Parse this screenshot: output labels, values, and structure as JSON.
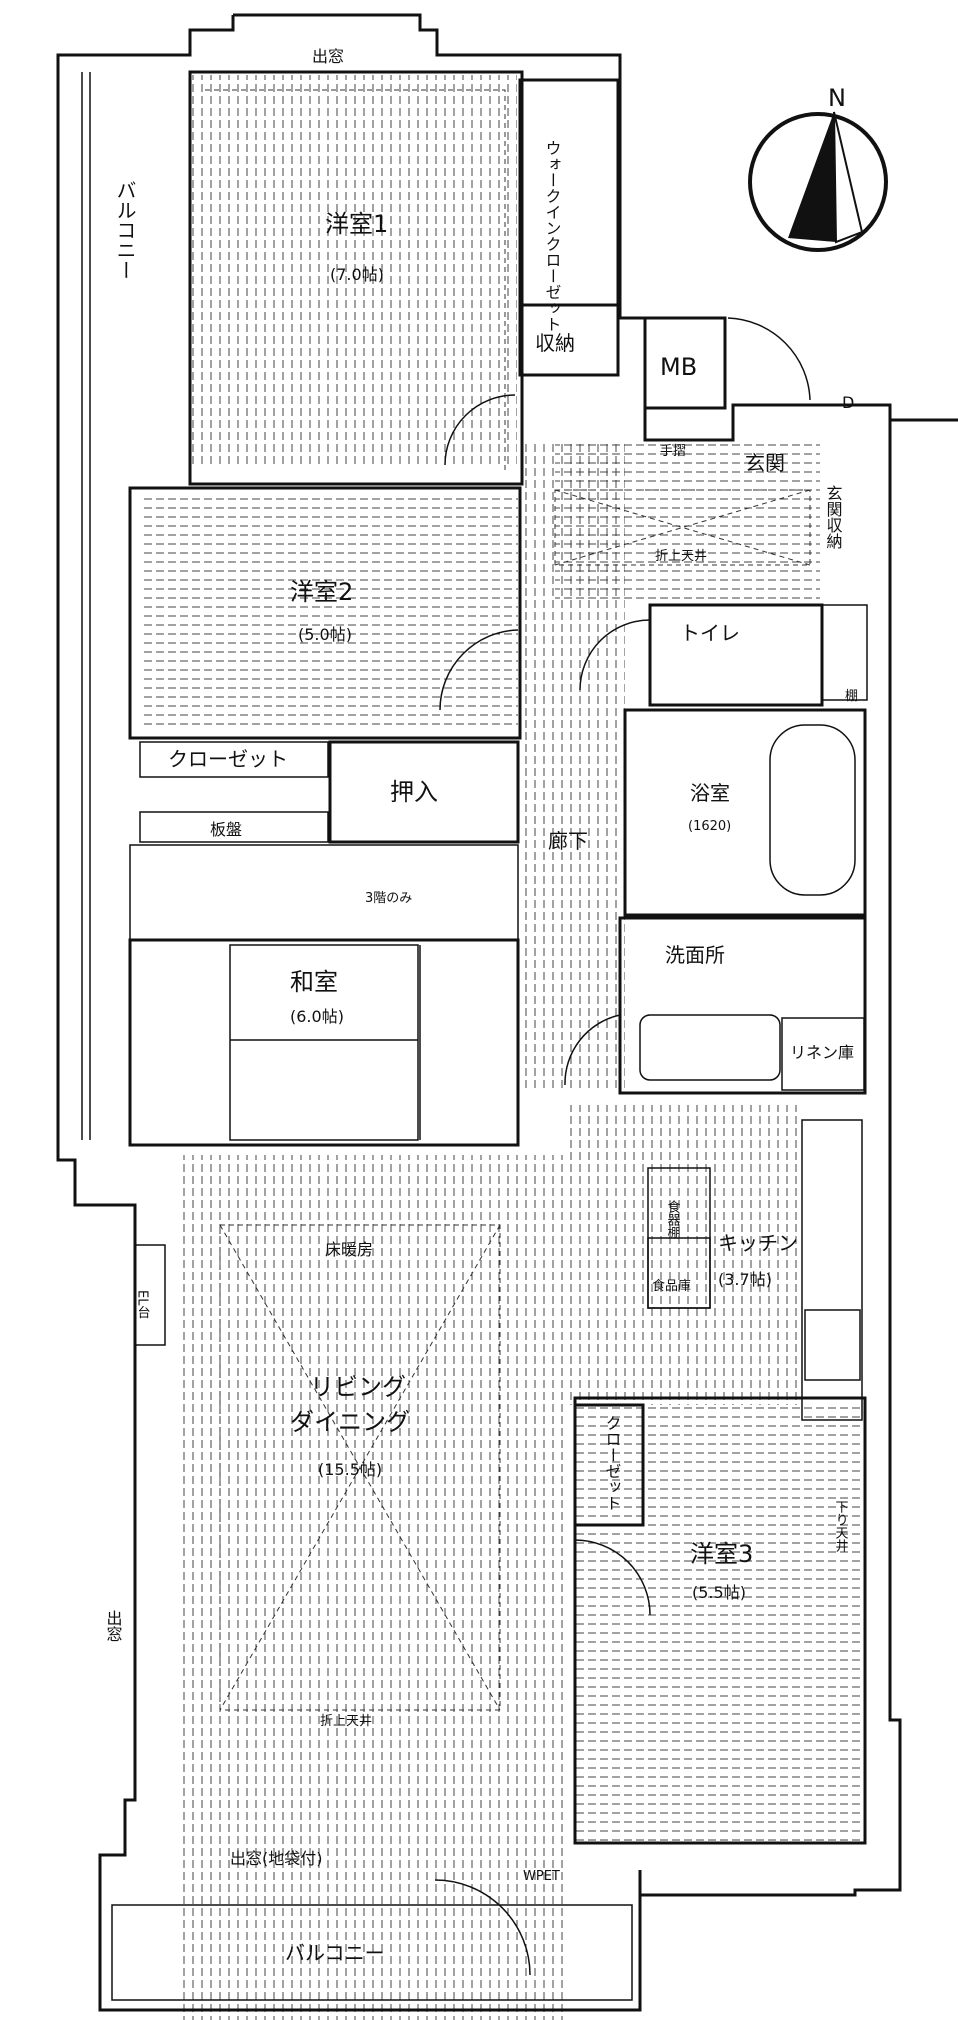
{
  "compass": {
    "north_label": "N"
  },
  "labels": {
    "demado_top": "出窓",
    "balcony_left": "バルコニー",
    "youshitsu1": "洋室1",
    "youshitsu1_size": "(7.0帖)",
    "walkin_closet": "ウォークインクローゼット",
    "shuno": "収納",
    "mb": "MB",
    "d_mark": "D",
    "genkan": "玄関",
    "tesuri": "手摺",
    "genkan_shuno": "玄関収納",
    "orijou_tenjo_hall": "折上天井",
    "youshitsu2": "洋室2",
    "youshitsu2_size": "(5.0帖)",
    "toilet": "トイレ",
    "tana": "棚",
    "closet_2": "クローゼット",
    "oshiire": "押入",
    "itaban": "板盤",
    "sankai_nomi": "3階のみ",
    "rouka": "廊下",
    "yokushitsu": "浴室",
    "yokushitsu_size": "(1620)",
    "senmenjo": "洗面所",
    "linen": "リネン庫",
    "washitsu": "和室",
    "washitsu_size": "(6.0帖)",
    "yukadanbou": "床暖房",
    "shokkidana": "食器棚",
    "shokuhinko": "食品庫",
    "kitchen": "キッチン",
    "kitchen_size": "(3.7帖)",
    "living_1": "リビング",
    "living_2": "ダイニング",
    "living_size": "(15.5帖)",
    "closet_3": "クローゼット",
    "youshitsu3": "洋室3",
    "youshitsu3_size": "(5.5帖)",
    "sagari_tenjo": "下り天井",
    "demado_left": "出窓",
    "orijou_tenjo_ld": "折上天井",
    "demado_bottom": "出窓(地袋付)",
    "wpet": "WPET",
    "el": "EL台",
    "balcony_bottom": "バルコニー"
  }
}
